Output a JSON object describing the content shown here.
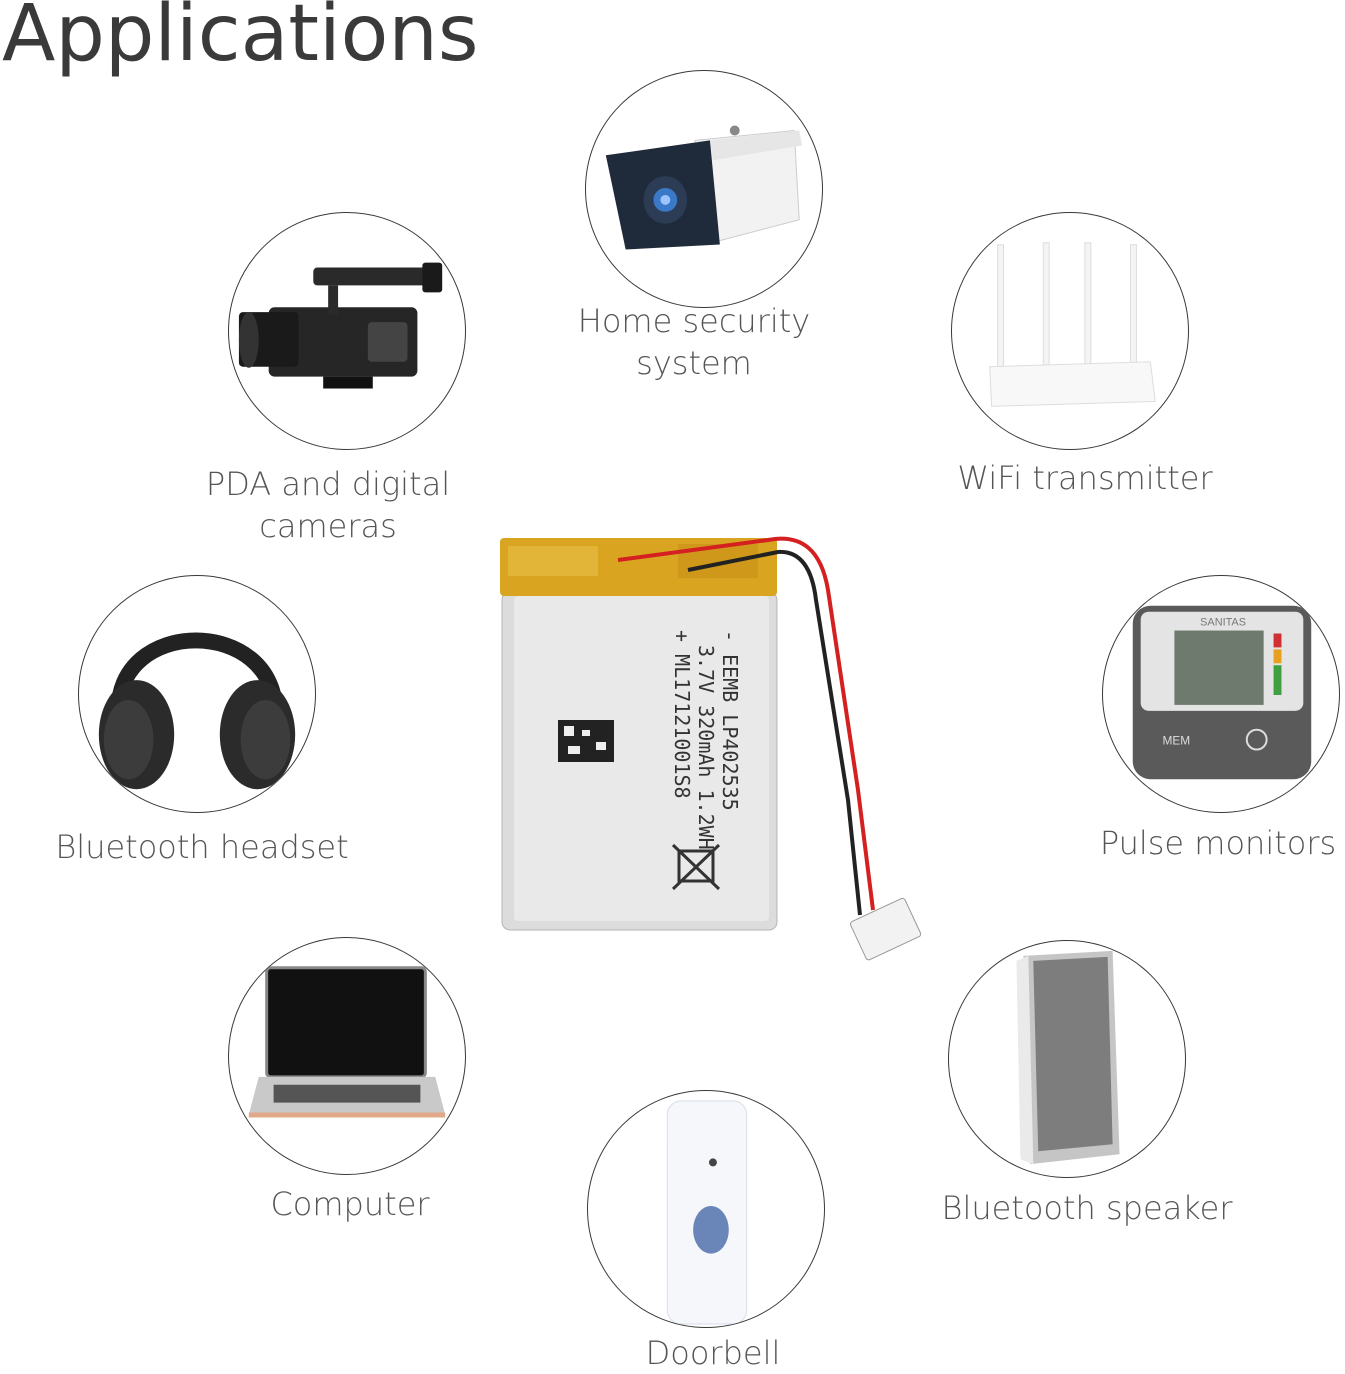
{
  "title": "Applications",
  "items": [
    {
      "label_line1": "Home security",
      "label_line2": "system",
      "icon": "security-camera-icon"
    },
    {
      "label_line1": "PDA and digital",
      "label_line2": "cameras",
      "icon": "video-camera-icon"
    },
    {
      "label_line1": "WiFi transmitter",
      "label_line2": "",
      "icon": "router-icon"
    },
    {
      "label_line1": "Bluetooth headset",
      "label_line2": "",
      "icon": "headphones-icon"
    },
    {
      "label_line1": "Pulse monitors",
      "label_line2": "",
      "icon": "blood-pressure-monitor-icon"
    },
    {
      "label_line1": "Computer",
      "label_line2": "",
      "icon": "laptop-icon"
    },
    {
      "label_line1": "Bluetooth speaker",
      "label_line2": "",
      "icon": "speaker-icon"
    },
    {
      "label_line1": "Doorbell",
      "label_line2": "",
      "icon": "doorbell-icon"
    }
  ],
  "battery": {
    "line1": "- EEMB LP402535",
    "line2": "3.7V 320mAh 1.2WH",
    "line3": "+ ML17121001S8",
    "monitor_brand": "SANITAS",
    "monitor_button": "MEM"
  },
  "colors": {
    "stroke": "#3a3a3a",
    "text": "#555555",
    "tape": "#d9a520",
    "wire_red": "#d42020"
  }
}
